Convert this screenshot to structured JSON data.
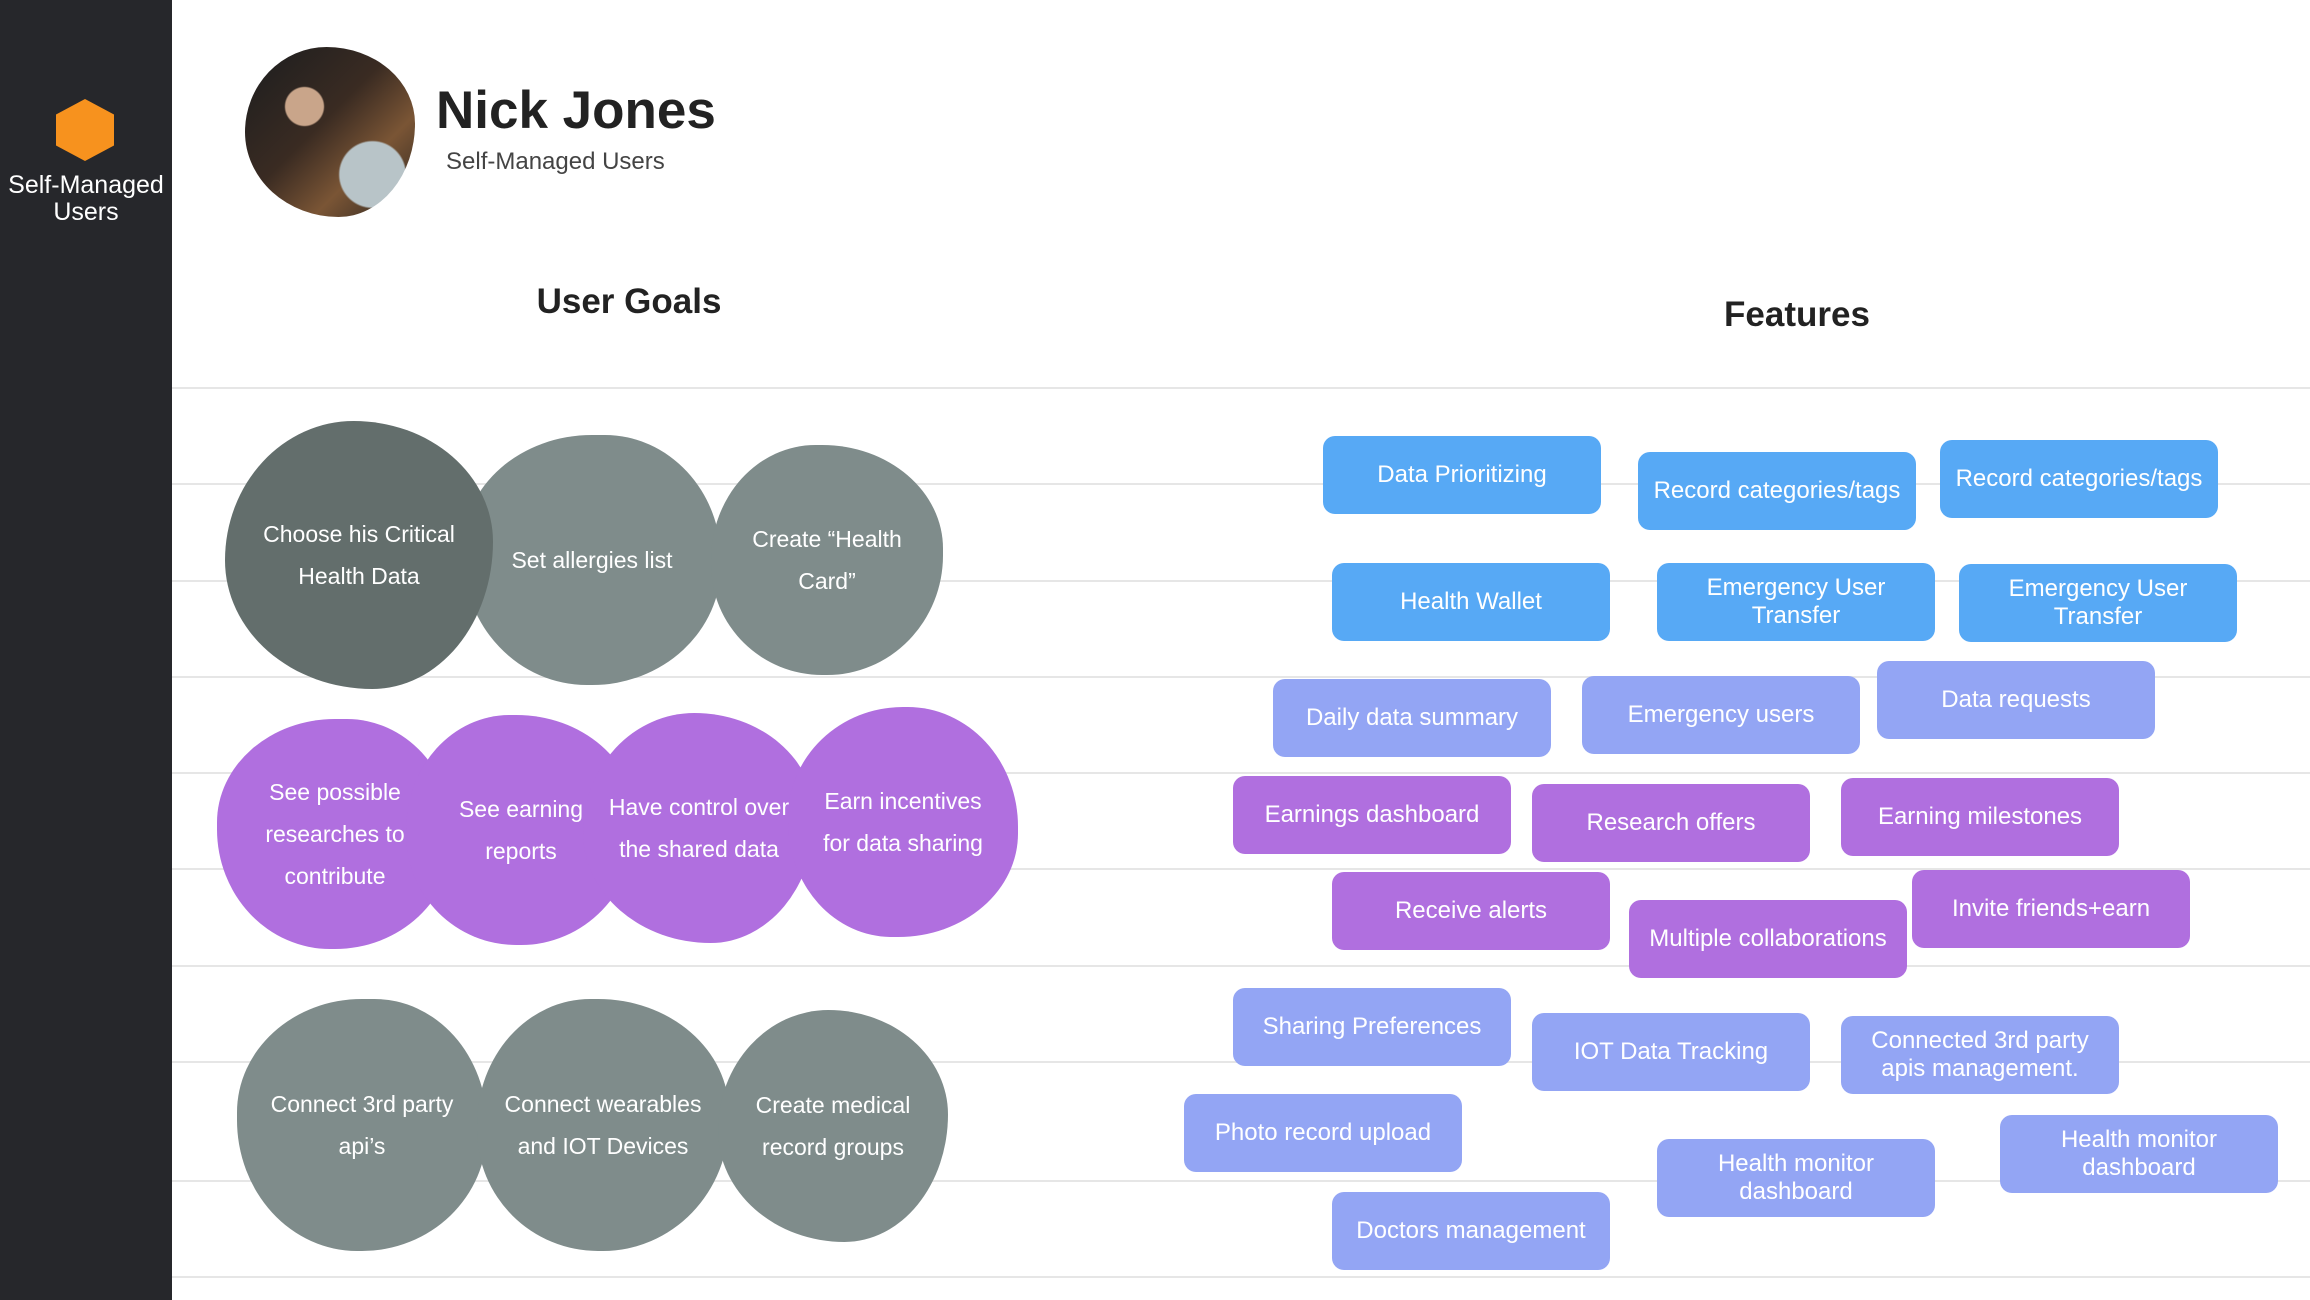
{
  "sidebar": {
    "label": "Self-Managed Users",
    "icon": "hexagon-icon",
    "accent": "#f7921e"
  },
  "profile": {
    "name": "Nick Jones",
    "subtitle": "Self-Managed Users"
  },
  "sections": {
    "goals": "User Goals",
    "features": "Features"
  },
  "goals": [
    [
      "Choose his Critical Health Data",
      "Set allergies list",
      "Create “Health Card”"
    ],
    [
      "See possible researches to contribute",
      "See earning reports",
      "Have control over the shared data",
      "Earn incentives for data sharing"
    ],
    [
      "Connect 3rd party api’s",
      "Connect wearables and IOT Devices",
      "Create medical record groups"
    ]
  ],
  "features": [
    "Data Prioritizing",
    "Record categories/tags",
    "Record categories/tags",
    "Health Wallet",
    "Emergency User Transfer",
    "Emergency User Transfer",
    "Daily data summary",
    "Emergency users",
    "Data requests",
    "Earnings dashboard",
    "Research offers",
    "Earning milestones",
    "Receive alerts",
    "Multiple collaborations",
    "Invite friends+earn",
    "Sharing Preferences",
    "IOT Data Tracking",
    "Connected 3rd party apis management.",
    "Photo record upload",
    "Health monitor dashboard",
    "Health monitor dashboard",
    "Doctors management"
  ],
  "colors": {
    "blue": "#57a9f5",
    "lavender": "#93a5f4",
    "purple": "#b06fdf",
    "gray": "#7f8c8b",
    "dark_gray": "#636e6c"
  }
}
